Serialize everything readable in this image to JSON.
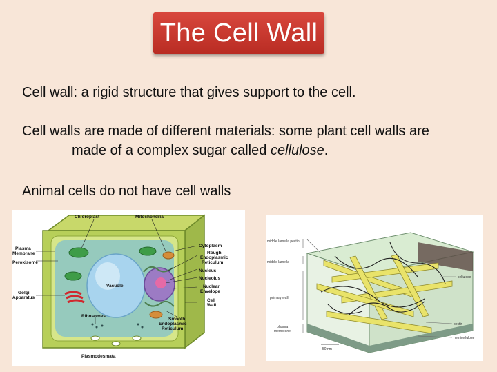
{
  "slide": {
    "title": "The Cell Wall",
    "line1": "Cell wall: a rigid structure that gives support to the cell.",
    "line2a": "Cell walls are made of different  materials: some plant cell walls are",
    "line2b_prefix": "made of a complex sugar called ",
    "line2b_italic": "cellulose",
    "line2b_suffix": ".",
    "line3": "Animal cells do not have cell walls"
  },
  "plant_cell_diagram": {
    "labels": {
      "chloroplast": "Chloroplast",
      "mitochondria": "Mitochondria",
      "plasma_membrane_1": "Plasma",
      "plasma_membrane_2": "Membrane",
      "peroxisome": "Peroxisome",
      "golgi_1": "Golgi",
      "golgi_2": "Apparatus",
      "vacuole": "Vacuole",
      "ribosomes": "Ribosomes",
      "plasmodesmata": "Plasmodesmata",
      "cytoplasm": "Cytoplasm",
      "rough_er_1": "Rough",
      "rough_er_2": "Endoplasmic",
      "rough_er_3": "Reticulum",
      "nucleus": "Nucleus",
      "nucleolus": "Nucleolus",
      "envelope_1": "Nuclear",
      "envelope_2": "Envelope",
      "cellwall_1": "Cell",
      "cellwall_2": "Wall",
      "smooth_er_1": "Smooth",
      "smooth_er_2": "Endoplasmic",
      "smooth_er_3": "Reticulum"
    }
  },
  "cell_wall_diagram": {
    "labels": {
      "middle_lamella_pectin": "middle lamella pectin",
      "middle_lamella": "middle lamella",
      "primary_wall": "primary wall",
      "plasma_membrane_1": "plasma",
      "plasma_membrane_2": "membrane",
      "scale": "50 nm",
      "cellulose": "cellulose",
      "pectin": "pectin",
      "hemicellulose": "hemicellulose"
    }
  }
}
